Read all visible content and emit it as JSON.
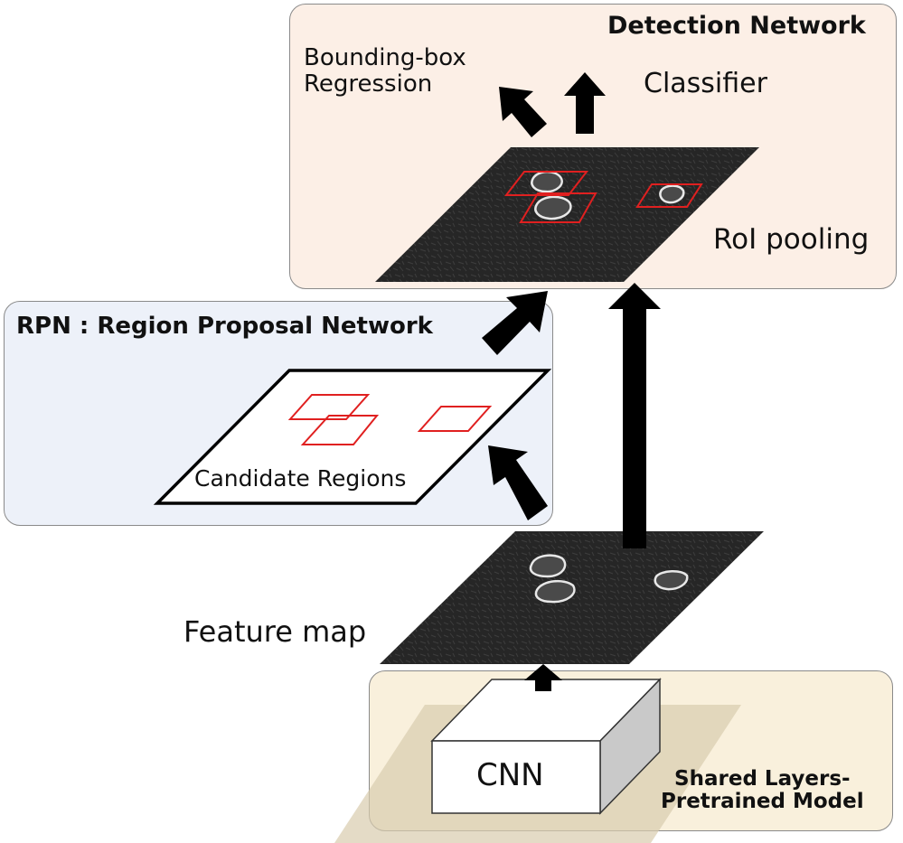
{
  "detection": {
    "title": "Detection Network",
    "bbox_line1": "Bounding-box",
    "bbox_line2": "Regression",
    "classifier": "Classifier",
    "roi_pooling": "RoI pooling"
  },
  "rpn": {
    "title": "RPN : Region Proposal Network",
    "candidate_regions": "Candidate Regions"
  },
  "feature_map": {
    "label": "Feature map"
  },
  "shared": {
    "cnn": "CNN",
    "line1": "Shared Layers-",
    "line2": "Pretrained Model"
  },
  "colors": {
    "detection_panel": "#fcefe6",
    "rpn_panel": "#edf1f9",
    "shared_panel": "#f9f0dc",
    "region_box": "#e02020",
    "arrow": "#000000",
    "feature_map": "#2a2a2a"
  }
}
